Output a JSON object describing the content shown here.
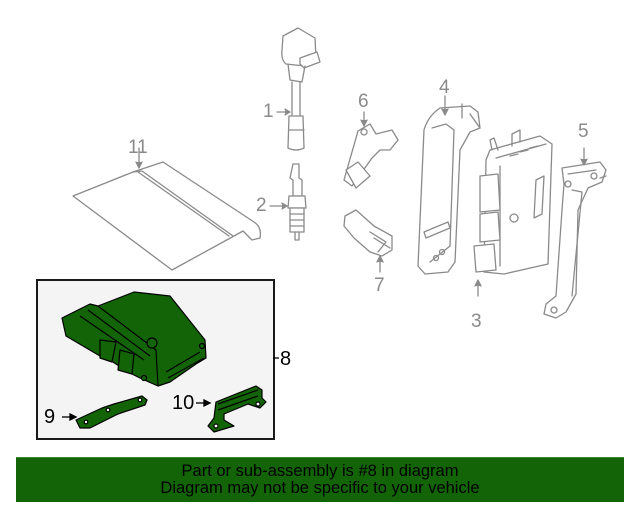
{
  "diagram": {
    "callouts": [
      {
        "id": "1",
        "label": "1",
        "part": "ignition-coil"
      },
      {
        "id": "2",
        "label": "2",
        "part": "spark-plug"
      },
      {
        "id": "3",
        "label": "3",
        "part": "engine-control-module"
      },
      {
        "id": "4",
        "label": "4",
        "part": "module-bracket-front"
      },
      {
        "id": "5",
        "label": "5",
        "part": "module-bracket-rear"
      },
      {
        "id": "6",
        "label": "6",
        "part": "position-sensor"
      },
      {
        "id": "7",
        "label": "7",
        "part": "sensor"
      },
      {
        "id": "8",
        "label": "8",
        "part": "ecm-sub-assembly"
      },
      {
        "id": "9",
        "label": "9",
        "part": "bracket"
      },
      {
        "id": "10",
        "label": "10",
        "part": "bracket"
      },
      {
        "id": "11",
        "label": "11",
        "part": "heat-shield"
      }
    ],
    "highlighted_part": "8",
    "colors": {
      "line_art": "#8a8a8a",
      "highlight_fill": "#136407",
      "highlight_outline": "#000000",
      "inset_background": "#f4f4f4",
      "banner_background": "#136407"
    }
  },
  "banner": {
    "line1": "Part or sub-assembly is #8 in diagram",
    "line2": "Diagram may not be specific to your vehicle"
  }
}
